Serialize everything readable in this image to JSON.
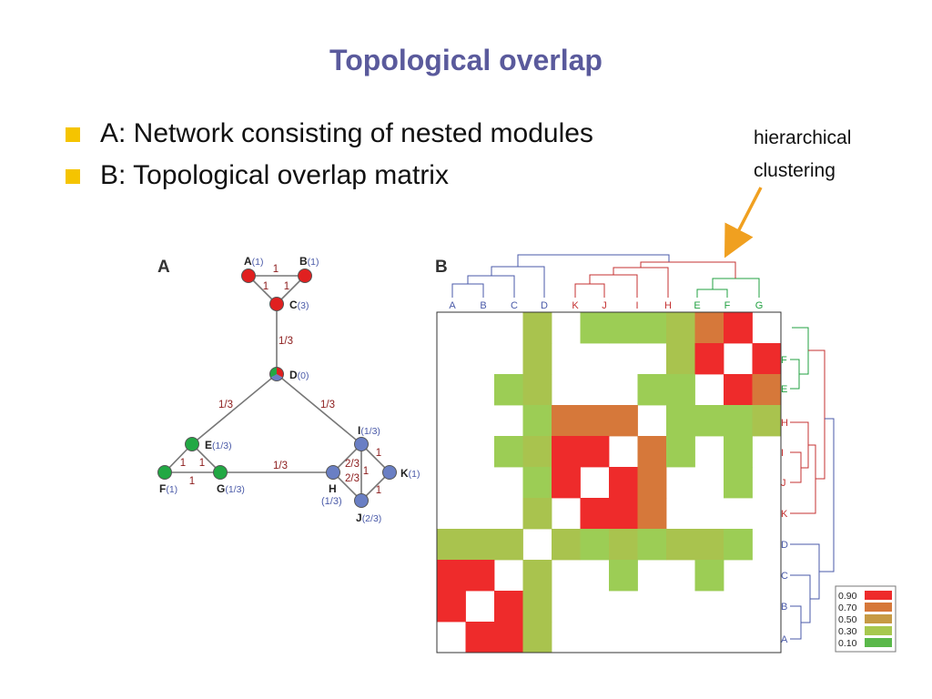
{
  "title": "Topological overlap",
  "bullets": [
    "A: Network consisting of nested modules",
    "B: Topological overlap matrix"
  ],
  "annotation": [
    "hierarchical",
    "clustering"
  ],
  "panel_a": {
    "label": "A",
    "nodes": [
      {
        "id": "A",
        "value": "(1)",
        "color": "#e02020"
      },
      {
        "id": "B",
        "value": "(1)",
        "color": "#e02020"
      },
      {
        "id": "C",
        "value": "(3)",
        "color": "#e02020"
      },
      {
        "id": "D",
        "value": "(0)",
        "color": "mixed"
      },
      {
        "id": "E",
        "value": "(1/3)",
        "color": "#22a844"
      },
      {
        "id": "F",
        "value": "(1)",
        "color": "#22a844"
      },
      {
        "id": "G",
        "value": "(1/3)",
        "color": "#22a844"
      },
      {
        "id": "H",
        "value": "(1/3)",
        "color": "#6a7fc4"
      },
      {
        "id": "I",
        "value": "(1/3)",
        "color": "#6a7fc4"
      },
      {
        "id": "J",
        "value": "(2/3)",
        "color": "#6a7fc4"
      },
      {
        "id": "K",
        "value": "(1)",
        "color": "#6a7fc4"
      }
    ],
    "edges": [
      {
        "from": "A",
        "to": "B",
        "label": "1"
      },
      {
        "from": "A",
        "to": "C",
        "label": "1"
      },
      {
        "from": "B",
        "to": "C",
        "label": "1"
      },
      {
        "from": "C",
        "to": "D",
        "label": "1/3"
      },
      {
        "from": "D",
        "to": "E",
        "label": "1/3"
      },
      {
        "from": "D",
        "to": "I",
        "label": "1/3"
      },
      {
        "from": "E",
        "to": "F",
        "label": "1"
      },
      {
        "from": "E",
        "to": "G",
        "label": "1"
      },
      {
        "from": "F",
        "to": "G",
        "label": "1"
      },
      {
        "from": "G",
        "to": "H",
        "label": "1/3"
      },
      {
        "from": "I",
        "to": "H",
        "label": "2/3"
      },
      {
        "from": "I",
        "to": "J",
        "label": "1"
      },
      {
        "from": "I",
        "to": "K",
        "label": "1"
      },
      {
        "from": "H",
        "to": "J",
        "label": "2/3"
      },
      {
        "from": "J",
        "to": "K",
        "label": "1"
      }
    ]
  },
  "panel_b": {
    "label": "B",
    "top_order": [
      "A",
      "B",
      "C",
      "D",
      "K",
      "J",
      "I",
      "H",
      "E",
      "F",
      "G"
    ],
    "side_order": [
      "F",
      "E",
      "H",
      "I",
      "J",
      "K",
      "D",
      "C",
      "B",
      "A"
    ],
    "group_colors": {
      "blue": "#4a5aa8",
      "red": "#c43030",
      "green": "#20a040"
    },
    "matrix_rows": [
      [
        "w",
        "w",
        "w",
        "s",
        "w",
        "l",
        "l",
        "l",
        "s",
        "o",
        "r",
        "w"
      ],
      [
        "w",
        "w",
        "w",
        "s",
        "w",
        "w",
        "w",
        "w",
        "s",
        "r",
        "w",
        "r"
      ],
      [
        "w",
        "w",
        "l",
        "s",
        "w",
        "w",
        "w",
        "l",
        "l",
        "w",
        "r",
        "o"
      ],
      [
        "w",
        "w",
        "w",
        "l",
        "o",
        "o",
        "o",
        "w",
        "l",
        "l",
        "l",
        "s"
      ],
      [
        "w",
        "w",
        "l",
        "s",
        "r",
        "r",
        "w",
        "o",
        "l",
        "w",
        "l",
        "w"
      ],
      [
        "w",
        "w",
        "w",
        "l",
        "r",
        "w",
        "r",
        "o",
        "w",
        "w",
        "l",
        "w"
      ],
      [
        "w",
        "w",
        "w",
        "s",
        "w",
        "r",
        "r",
        "o",
        "w",
        "w",
        "w",
        "w"
      ],
      [
        "s",
        "s",
        "s",
        "w",
        "s",
        "l",
        "s",
        "l",
        "s",
        "s",
        "l",
        "w"
      ],
      [
        "r",
        "r",
        "w",
        "s",
        "w",
        "w",
        "l",
        "w",
        "w",
        "l",
        "w",
        "w"
      ],
      [
        "r",
        "w",
        "r",
        "s",
        "w",
        "w",
        "w",
        "w",
        "w",
        "w",
        "w",
        "w"
      ],
      [
        "w",
        "r",
        "r",
        "s",
        "w",
        "w",
        "w",
        "w",
        "w",
        "w",
        "w",
        "w"
      ]
    ],
    "legend": [
      {
        "label": "0.90",
        "color": "#ee2b2b"
      },
      {
        "label": "0.70",
        "color": "#d6783a"
      },
      {
        "label": "0.50",
        "color": "#c79a44"
      },
      {
        "label": "0.30",
        "color": "#a7c84f"
      },
      {
        "label": "0.10",
        "color": "#5ab84a"
      }
    ],
    "cell_colors": {
      "w": "#ffffff",
      "r": "#ee2b2b",
      "o": "#d6783a",
      "s": "#a9c34e",
      "l": "#9ccd55"
    }
  },
  "colors": {
    "title": "#5a5a9c",
    "bullet": "#f5c400",
    "arrow": "#f0a020",
    "edge_label": "#8b1a1a",
    "value_label": "#4a5aa8"
  }
}
